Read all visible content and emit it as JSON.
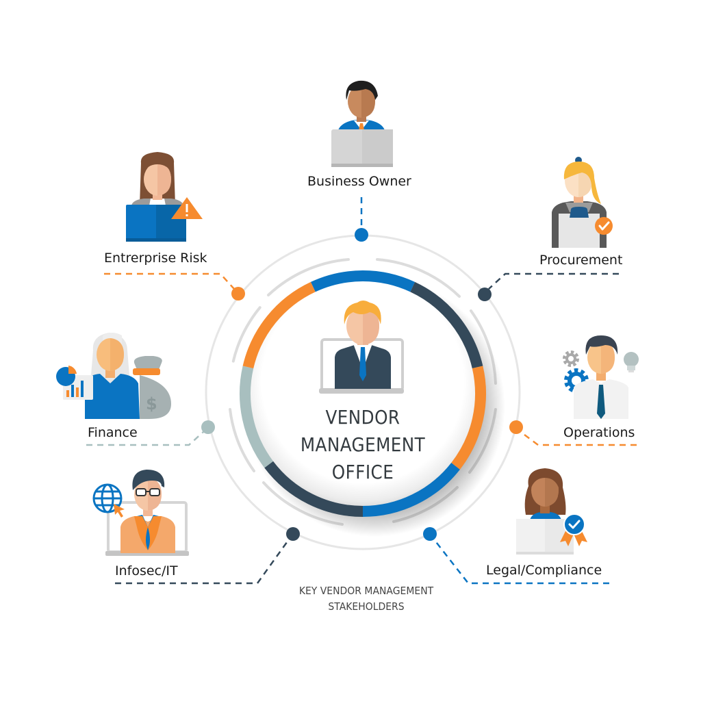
{
  "center": {
    "title_lines": [
      "VENDOR",
      "MANAGEMENT",
      "OFFICE"
    ],
    "icon": "executive-at-laptop"
  },
  "caption": {
    "lines": [
      "KEY VENDOR MANAGEMENT",
      "STAKEHOLDERS"
    ]
  },
  "colors": {
    "orange": "#F68B2F",
    "blue": "#0A74C2",
    "dark": "#34495A",
    "teal_gray": "#A8BFBF",
    "ring_gray": "#E4E4E4"
  },
  "ring_segments": [
    {
      "from_deg": -25,
      "to_deg": 25,
      "color": "blue"
    },
    {
      "from_deg": 25,
      "to_deg": 77,
      "color": "dark"
    },
    {
      "from_deg": 77,
      "to_deg": 128,
      "color": "orange"
    },
    {
      "from_deg": 128,
      "to_deg": 180,
      "color": "blue"
    },
    {
      "from_deg": 180,
      "to_deg": 233,
      "color": "dark"
    },
    {
      "from_deg": 233,
      "to_deg": 283,
      "color": "teal_gray"
    },
    {
      "from_deg": 283,
      "to_deg": 335,
      "color": "orange"
    }
  ],
  "stakeholders": [
    {
      "id": "business-owner",
      "label": "Business Owner",
      "color": "blue",
      "icon": "man-at-laptop"
    },
    {
      "id": "enterprise-risk",
      "label": "Entrerprise Risk",
      "color": "orange",
      "icon": "woman-with-warning-sign"
    },
    {
      "id": "procurement",
      "label": "Procurement",
      "color": "dark",
      "icon": "woman-with-clipboard-check"
    },
    {
      "id": "finance",
      "label": "Finance",
      "color": "teal_gray",
      "icon": "woman-with-chart-and-money-bag"
    },
    {
      "id": "operations",
      "label": "Operations",
      "color": "orange",
      "icon": "man-with-gears-and-lightbulb"
    },
    {
      "id": "infosec-it",
      "label": "Infosec/IT",
      "color": "dark",
      "icon": "man-with-globe-and-laptop"
    },
    {
      "id": "legal-compliance",
      "label": "Legal/Compliance",
      "color": "blue",
      "icon": "woman-with-award-badge"
    }
  ]
}
